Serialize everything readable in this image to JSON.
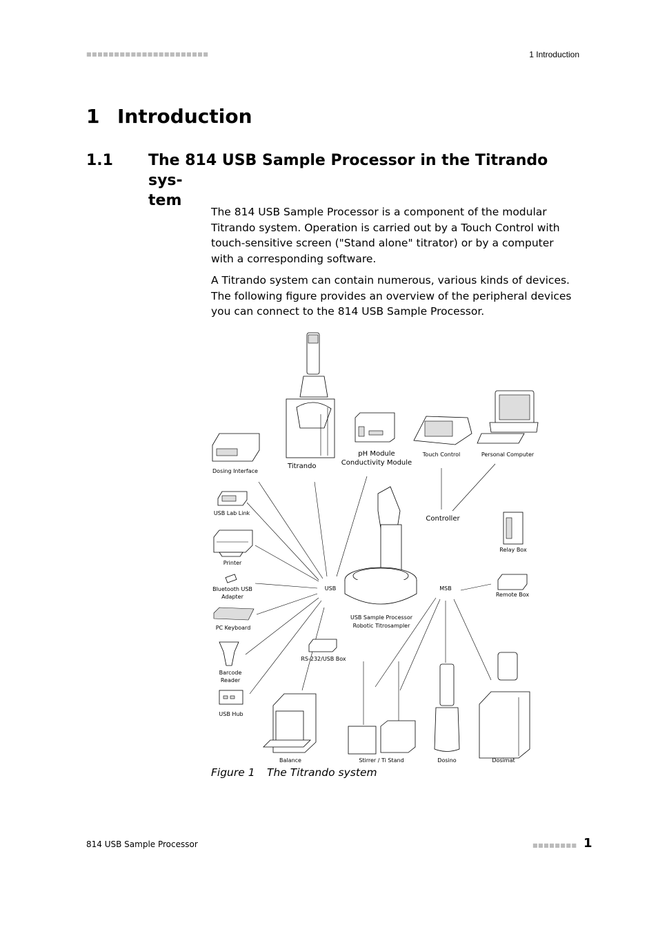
{
  "header": {
    "squares": "■■■■■■■■■■■■■■■■■■■■■■",
    "section": "1 Introduction"
  },
  "chapter": {
    "number": "1",
    "title": "Introduction"
  },
  "section": {
    "number": "1.1",
    "title": "The 814 USB Sample Processor in the Titrando sys-tem"
  },
  "paragraphs": [
    "The 814 USB Sample Processor is a component of the modular Titrando system. Operation is carried out by a Touch Control with touch-sensitive screen (\"Stand alone\" titrator) or by a computer with a corresponding software.",
    "A Titrando system can contain numerous, various kinds of devices. The following figure provides an overview of the peripheral devices you can connect to the 814 USB Sample Processor."
  ],
  "figure": {
    "label": "Figure 1",
    "caption": "The Titrando system",
    "labels": {
      "titrando": "Titrando",
      "ph_module": "pH Module",
      "conductivity_module": "Conductivity Module",
      "touch_control": "Touch Control",
      "personal_computer": "Personal Computer",
      "dosing_interface": "Dosing Interface",
      "usb_lab_link": "USB Lab Link",
      "controller": "Controller",
      "relay_box": "Relay Box",
      "printer": "Printer",
      "bluetooth_1": "Bluetooth USB",
      "bluetooth_2": "Adapter",
      "usb": "USB",
      "msb": "MSB",
      "remote_box": "Remote Box",
      "usb_sp_1": "USB Sample Processor",
      "usb_sp_2": "Robotic Titrosampler",
      "pc_keyboard": "PC Keyboard",
      "rs232": "RS-232/USB Box",
      "barcode_1": "Barcode",
      "barcode_2": "Reader",
      "usb_hub": "USB Hub",
      "balance": "Balance",
      "stirrer": "Stirrer / Ti Stand",
      "dosino": "Dosino",
      "dosimat": "Dosimat"
    }
  },
  "footer": {
    "product": "814 USB Sample Processor",
    "squares": "■■■■■■■■",
    "page": "1"
  }
}
